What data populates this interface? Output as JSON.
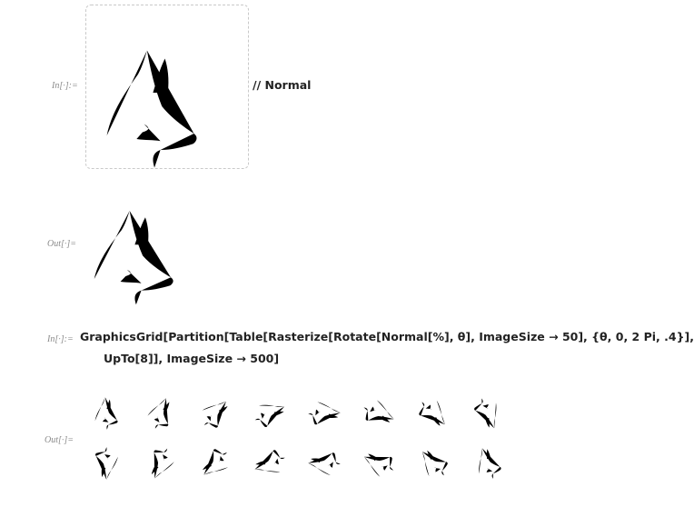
{
  "cells": [
    {
      "label": "In[∙]:=",
      "code": "// Normal"
    },
    {
      "label": "Out[∙]="
    },
    {
      "label": "In[∙]:=",
      "code_line1": "GraphicsGrid[Partition[Table[Rasterize[Rotate[Normal[%], θ], ImageSize → 50], {θ, 0, 2 Pi, .4}],",
      "code_line2": "UpTo[8]], ImageSize → 500]"
    },
    {
      "label": "Out[∙]="
    }
  ],
  "grid": {
    "rows": 2,
    "columns": 8,
    "theta_start": 0,
    "theta_step": 0.4
  },
  "icons": {
    "drawing": "dog-head-sketch-icon"
  }
}
